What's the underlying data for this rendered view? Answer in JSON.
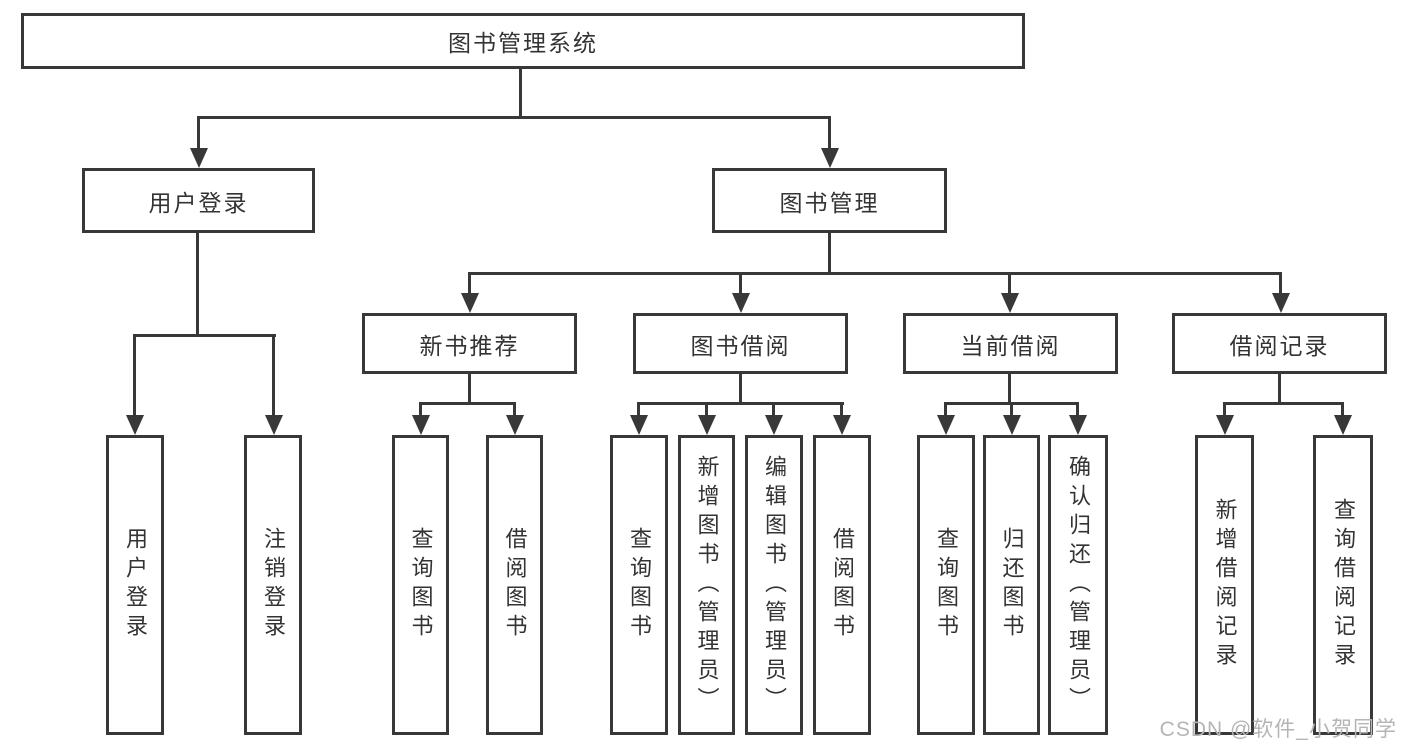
{
  "root": {
    "label": "图书管理系统"
  },
  "level2": [
    {
      "label": "用户登录"
    },
    {
      "label": "图书管理"
    }
  ],
  "level3": [
    {
      "label": "新书推荐"
    },
    {
      "label": "图书借阅"
    },
    {
      "label": "当前借阅"
    },
    {
      "label": "借阅记录"
    }
  ],
  "leaves": [
    {
      "label": "用户登录"
    },
    {
      "label": "注销登录"
    },
    {
      "label": "查询图书"
    },
    {
      "label": "借阅图书"
    },
    {
      "label": "查询图书"
    },
    {
      "label": "新增图书（管理员）"
    },
    {
      "label": "编辑图书（管理员）"
    },
    {
      "label": "借阅图书"
    },
    {
      "label": "查询图书"
    },
    {
      "label": "归还图书"
    },
    {
      "label": "确认归还（管理员）"
    },
    {
      "label": "新增借阅记录"
    },
    {
      "label": "查询借阅记录"
    }
  ],
  "watermark": "CSDN @软件_小贺同学",
  "colors": {
    "line": "#3a3a3a",
    "text": "#333333",
    "watermark": "#b5b5b5"
  }
}
